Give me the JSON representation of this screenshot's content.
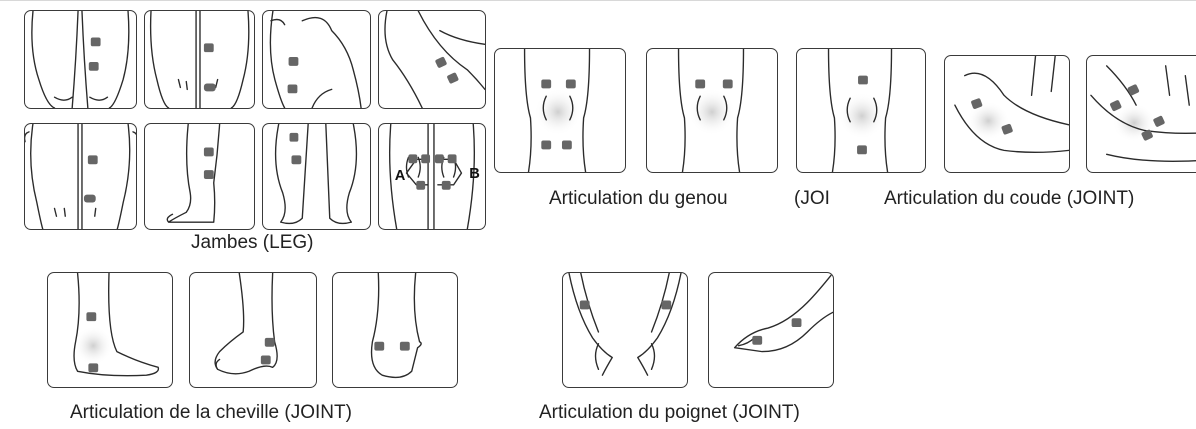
{
  "captions": {
    "legs": "Jambes (LEG)",
    "knee": "Articulation du genou",
    "knee_cut": "(JOI",
    "elbow": "Articulation du coude (JOINT)",
    "ankle": "Articulation de la cheville (JOINT)",
    "wrist": "Articulation du poignet (JOINT)"
  },
  "labels": {
    "point_a": "A",
    "point_b": "B"
  },
  "colors": {
    "pad": "#666666",
    "outline": "#2b2b2b",
    "frame": "#3a3a3a"
  }
}
